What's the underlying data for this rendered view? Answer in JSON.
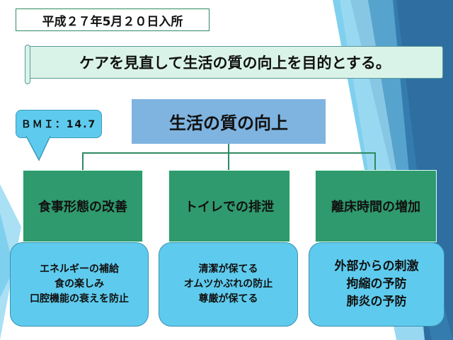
{
  "date_label": "平成２７年5月２０日入所",
  "goal_banner": "ケアを見直して生活の質の向上を目的とする。",
  "bmi_callout": "ＢＭＩ：14.7",
  "top_box": "生活の質の向上",
  "branches": [
    {
      "title": "食事形態の改善",
      "details": [
        "エネルギーの補給",
        "食の楽しみ",
        "口腔機能の衰えを防止"
      ]
    },
    {
      "title": "トイレでの排泄",
      "details": [
        "清潔が保てる",
        "オムツかぶれの防止",
        "尊厳が保てる"
      ]
    },
    {
      "title": "離床時間の増加",
      "details": [
        "外部からの刺激",
        "拘縮の予防",
        "肺炎の予防"
      ]
    }
  ],
  "colors": {
    "green": "#2f9a6d",
    "light_blue": "#5ecbee",
    "top_blue": "#7fb4e0",
    "dark_blue": "#2e6ea0"
  }
}
